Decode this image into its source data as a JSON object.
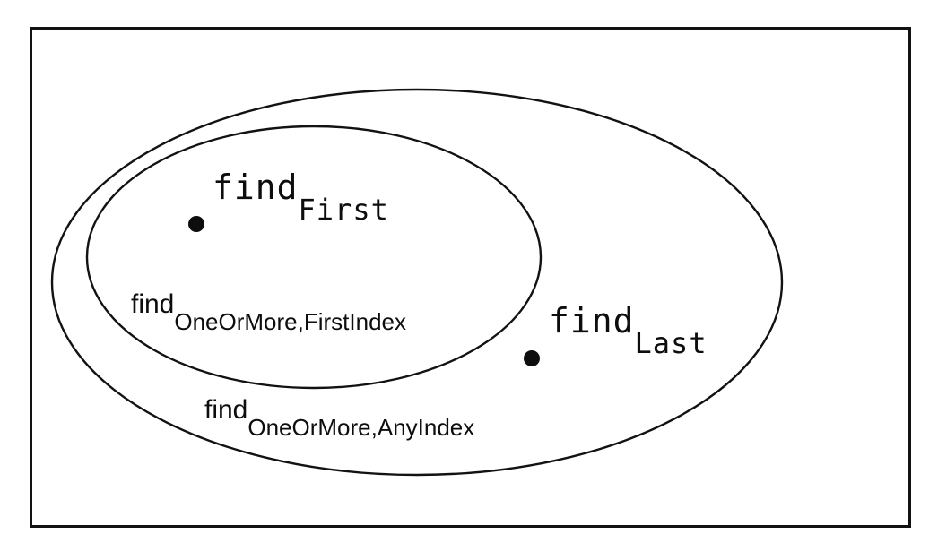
{
  "diagram": {
    "type": "euler-set-diagram",
    "background_color": "#ffffff",
    "stroke_color": "#121212",
    "text_color": "#0d0d0d",
    "frame": {
      "shape": "rectangle"
    },
    "sets": {
      "inner": {
        "base": "find",
        "subscript": "OneOrMore,FirstIndex"
      },
      "outer": {
        "base": "find",
        "subscript": "OneOrMore,AnyIndex"
      }
    },
    "points": {
      "first": {
        "base": "find",
        "subscript": "First"
      },
      "last": {
        "base": "find",
        "subscript": "Last"
      }
    }
  }
}
